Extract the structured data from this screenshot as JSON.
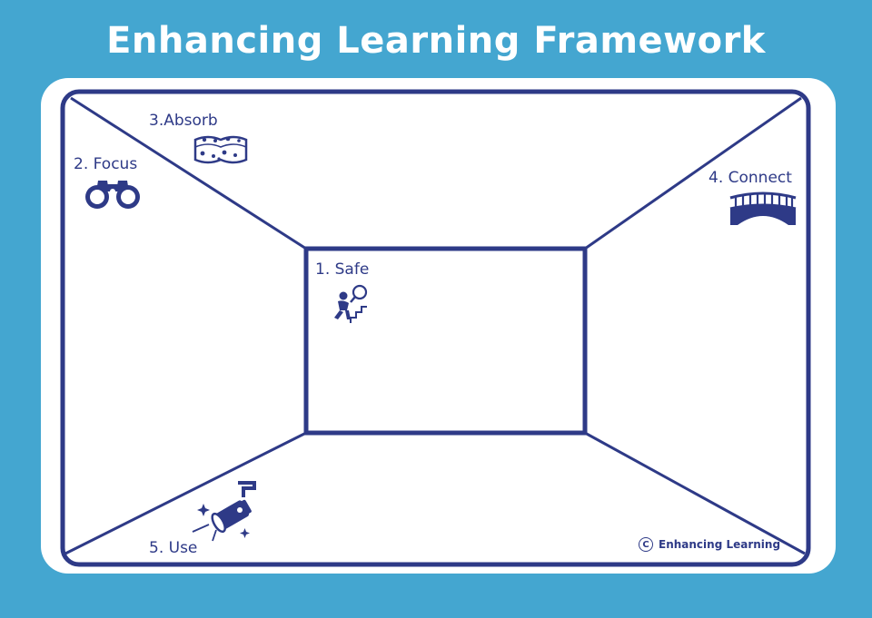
{
  "title": "Enhancing Learning Framework",
  "labels": {
    "safe": "1. Safe",
    "focus": "2. Focus",
    "absorb": "3.Absorb",
    "connect": "4. Connect",
    "use": "5. Use"
  },
  "brand": {
    "copyright_symbol": "C",
    "name": "Enhancing Learning"
  },
  "icons": {
    "safe": "person-climbing-stairs-icon",
    "focus": "binoculars-icon",
    "absorb": "sponge-icon",
    "connect": "bridge-icon",
    "use": "spotlight-icon"
  },
  "colors": {
    "background": "#44a6d0",
    "line": "#2e3a87",
    "card": "#ffffff"
  }
}
